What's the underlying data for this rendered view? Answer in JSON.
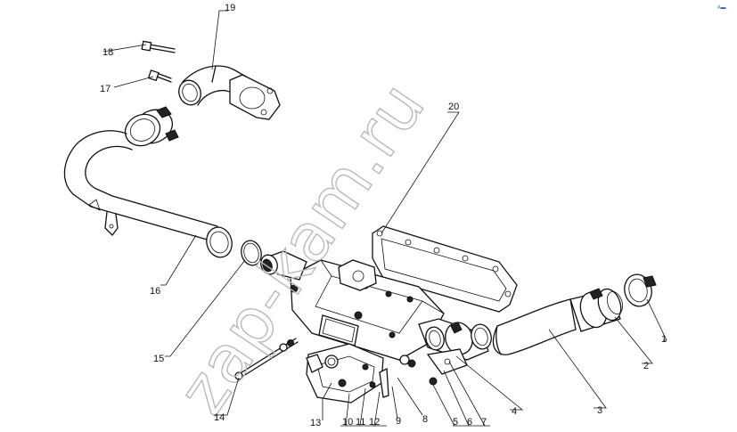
{
  "watermark": "zap-kam.ru",
  "corner_mark": "#▬",
  "callouts": [
    {
      "id": "c1",
      "text": "1"
    },
    {
      "id": "c2",
      "text": "2"
    },
    {
      "id": "c3",
      "text": "3"
    },
    {
      "id": "c4",
      "text": "4"
    },
    {
      "id": "c5",
      "text": "5"
    },
    {
      "id": "c6",
      "text": "6"
    },
    {
      "id": "c7",
      "text": "7"
    },
    {
      "id": "c8",
      "text": "8"
    },
    {
      "id": "c9",
      "text": "9"
    },
    {
      "id": "c10",
      "text": "10"
    },
    {
      "id": "c11",
      "text": "11"
    },
    {
      "id": "c12",
      "text": "12"
    },
    {
      "id": "c13",
      "text": "13"
    },
    {
      "id": "c14",
      "text": "14"
    },
    {
      "id": "c15",
      "text": "15"
    },
    {
      "id": "c16",
      "text": "16"
    },
    {
      "id": "c17",
      "text": "17"
    },
    {
      "id": "c18",
      "text": "18"
    },
    {
      "id": "c19",
      "text": "19"
    },
    {
      "id": "c20",
      "text": "20"
    }
  ]
}
